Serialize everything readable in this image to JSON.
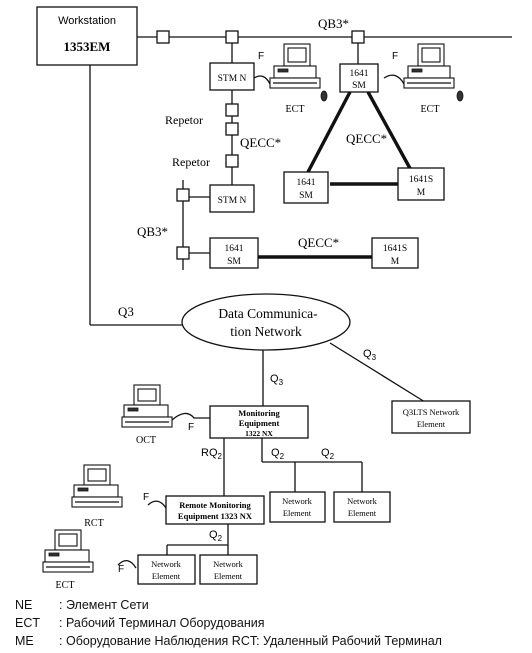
{
  "diagram": {
    "workstation_title": "Workstation",
    "workstation_model": "1353EM",
    "qb3_top": "QB3*",
    "qb3_left": "QB3*",
    "qecc_1": "QECC*",
    "qecc_2": "QECC*",
    "qecc_3": "QECC*",
    "repetor_1": "Repetor",
    "repetor_2": "Repetor",
    "stm_1": "STM N",
    "stm_2": "STM N",
    "sm_top_1": "1641",
    "sm_top_2": "SM",
    "sm_left_1": "1641",
    "sm_left_2": "SM",
    "sm_right_1": "1641S",
    "sm_right_2": "M",
    "sm_b1_1": "1641",
    "sm_b1_2": "SM",
    "sm_b2_1": "1641S",
    "sm_b2_2": "M",
    "f_1": "F",
    "f_2": "F",
    "f_3": "F",
    "f_4": "F",
    "f_5": "F",
    "ect_1": "ECT",
    "ect_2": "ECT",
    "q3_left": "Q3",
    "dcn_line1": "Data Communica-",
    "dcn_line2": "tion Network",
    "q3_down": "Q",
    "q3_down_sub": "3",
    "q3_right": "Q",
    "q3_right_sub": "3",
    "q3lts_1": "Q3LTS Network",
    "q3lts_2": "Element",
    "me_1": "Monitoring",
    "me_2": "Equipment",
    "me_3": "1322 NX",
    "oct": "OCT",
    "rq2": "RQ",
    "rq2_sub": "2",
    "q2_a": "Q",
    "q2_a_sub": "2",
    "q2_b": "Q",
    "q2_b_sub": "2",
    "q2_c": "Q",
    "q2_c_sub": "2",
    "rme_1": "Remote Monitoring",
    "rme_2": "Equipment 1323 NX",
    "ne_a_1": "Network",
    "ne_a_2": "Element",
    "ne_b_1": "Network",
    "ne_b_2": "Element",
    "ne_c_1": "Network",
    "ne_c_2": "Element",
    "ne_d_1": "Network",
    "ne_d_2": "Element",
    "rct": "RCT",
    "ect_3": "ECT"
  },
  "legend": [
    {
      "key": "NE",
      "sep": ":",
      "text": "Элемент Сети"
    },
    {
      "key": "ECT",
      "sep": ":",
      "text": "Рабочий Терминал Оборудования"
    },
    {
      "key": "ME",
      "sep": ":",
      "text": "Оборудование Наблюдения RCT: Удаленный Рабочий Терминал"
    }
  ]
}
